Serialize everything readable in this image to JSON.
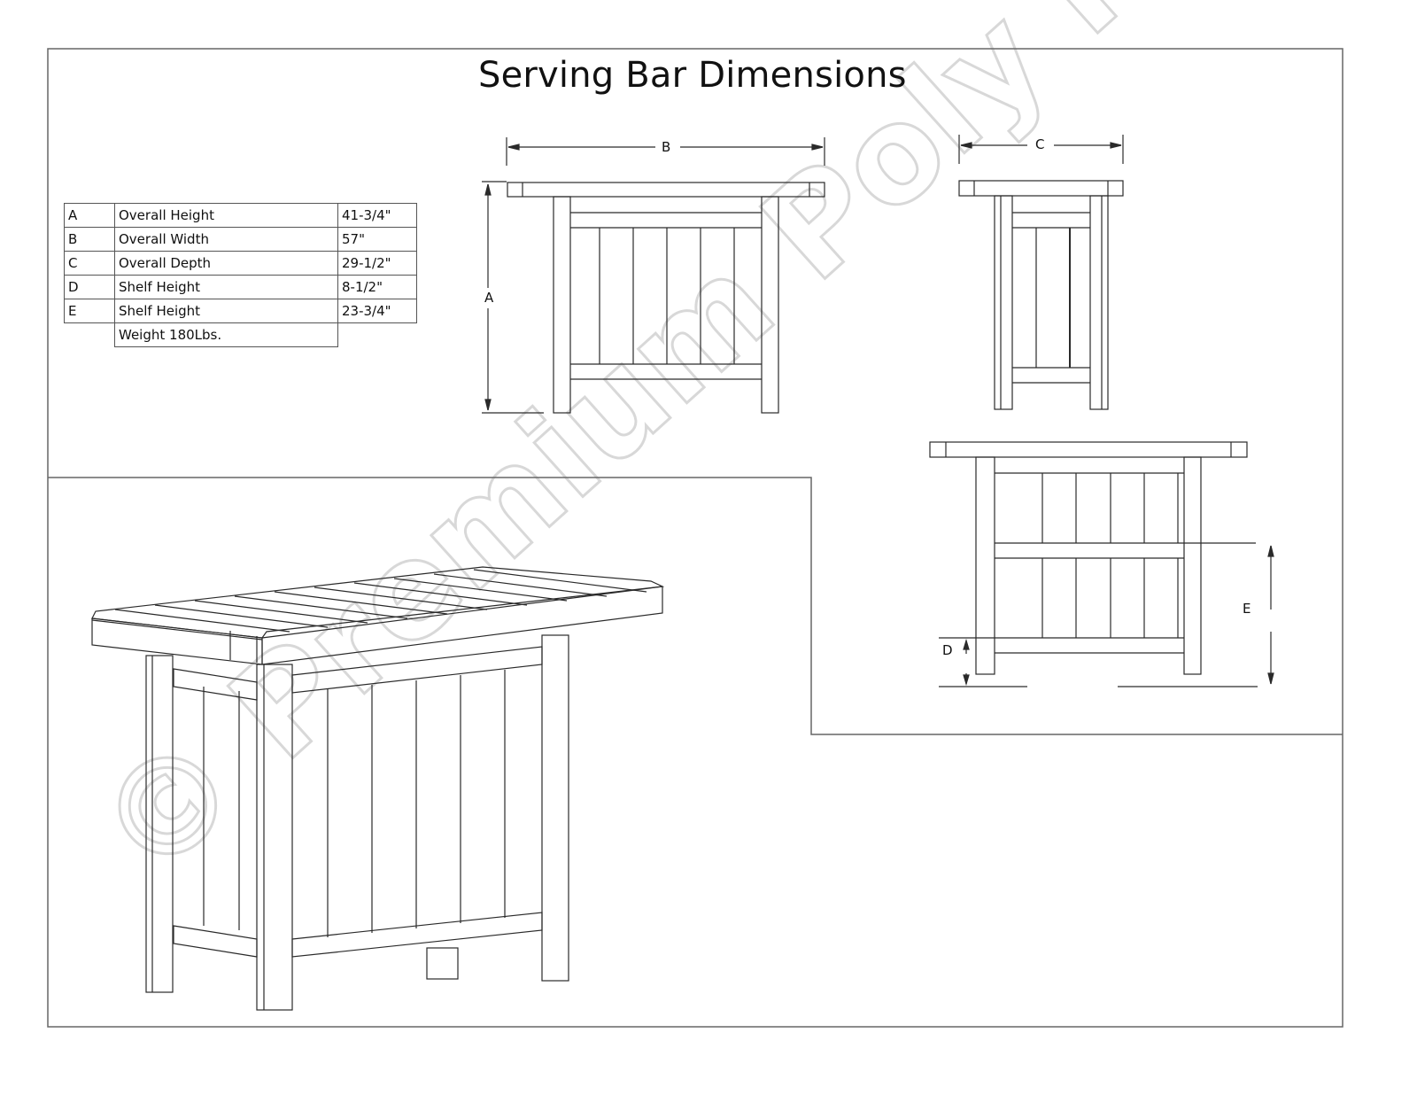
{
  "title": "Serving Bar Dimensions",
  "dimensions_table": {
    "rows": [
      {
        "letter": "A",
        "label": "Overall Height",
        "value": "41-3/4\""
      },
      {
        "letter": "B",
        "label": "Overall Width",
        "value": "57\""
      },
      {
        "letter": "C",
        "label": "Overall Depth",
        "value": "29-1/2\""
      },
      {
        "letter": "D",
        "label": "Shelf Height",
        "value": "8-1/2\""
      },
      {
        "letter": "E",
        "label": "Shelf Height",
        "value": "23-3/4\""
      }
    ],
    "weight": "Weight 180Lbs."
  },
  "views": {
    "front": {
      "width_label": "B",
      "height_label": "A"
    },
    "side": {
      "depth_label": "C"
    },
    "section": {
      "shelf_low_label": "D",
      "shelf_high_label": "E"
    },
    "isometric": {
      "label": ""
    }
  },
  "watermark": "© Premium Poly Patios",
  "colors": {
    "line": "#2a2a2a",
    "border": "#666666",
    "watermark": "#e6e6e6"
  }
}
